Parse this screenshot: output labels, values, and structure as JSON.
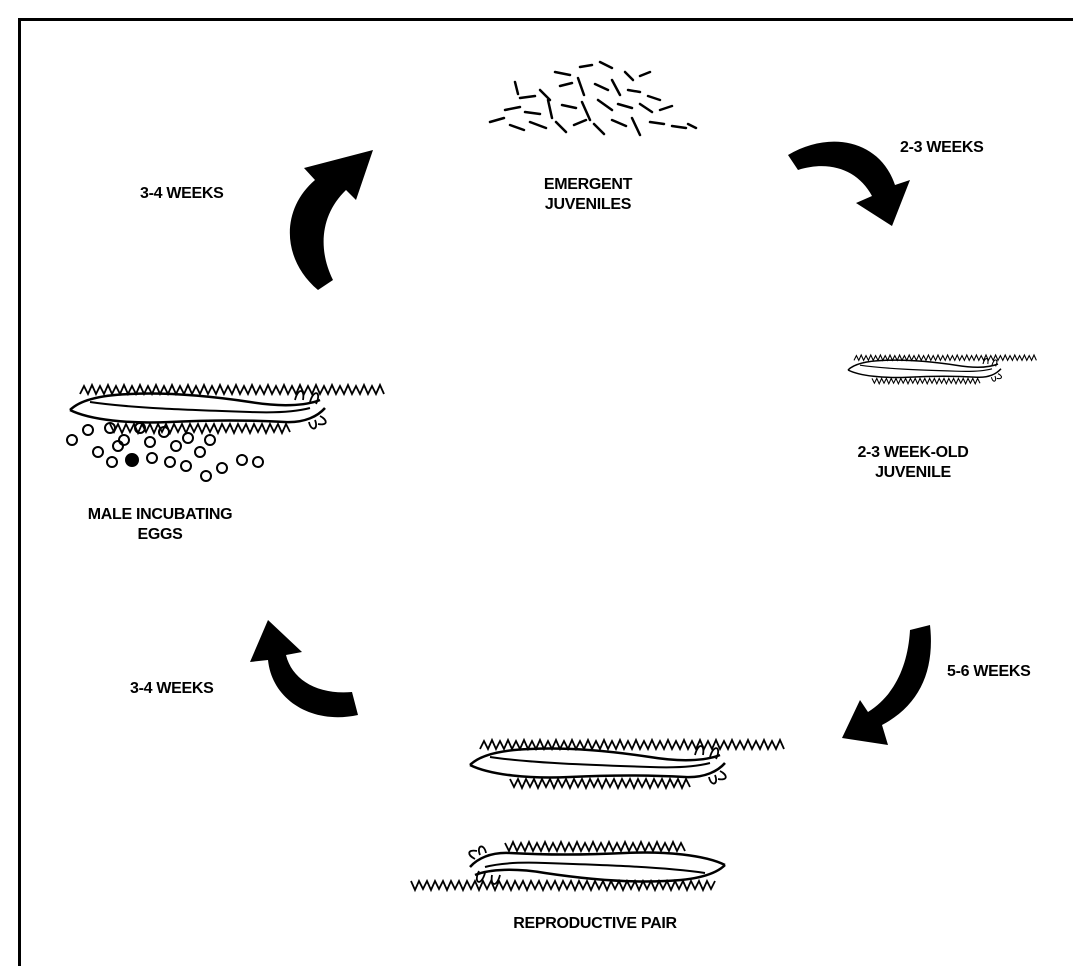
{
  "stages": {
    "emergent": {
      "line1": "EMERGENT",
      "line2": "JUVENILES"
    },
    "juvenile": {
      "line1": "2-3 WEEK-OLD",
      "line2": "JUVENILE"
    },
    "pair": {
      "line1": "REPRODUCTIVE PAIR"
    },
    "male": {
      "line1": "MALE INCUBATING",
      "line2": "EGGS"
    }
  },
  "durations": {
    "top_right": "2-3 WEEKS",
    "bottom_right": "5-6 WEEKS",
    "bottom_left": "3-4 WEEKS",
    "top_left": "3-4 WEEKS"
  }
}
